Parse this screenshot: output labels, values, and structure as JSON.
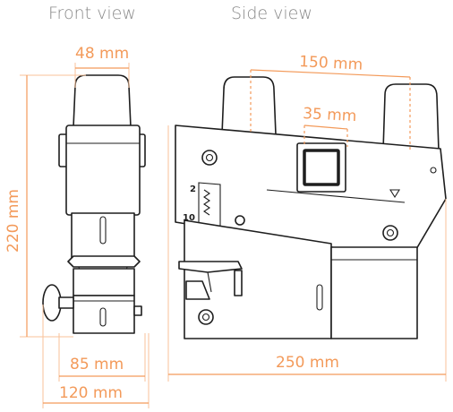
{
  "titles": {
    "front": "Front view",
    "side": "Side view"
  },
  "dimensions": {
    "front_top_width": "48 mm",
    "height": "220 mm",
    "front_body_width": "85 mm",
    "front_total_width": "120 mm",
    "side_roller_spacing": "150 mm",
    "side_window_width": "35 mm",
    "side_total_length": "250 mm"
  },
  "scale_labels": {
    "min": "2",
    "max": "10"
  },
  "colors": {
    "dimension": "#f39a5a",
    "line": "#1e1e1e",
    "title": "#8a8a8a"
  }
}
